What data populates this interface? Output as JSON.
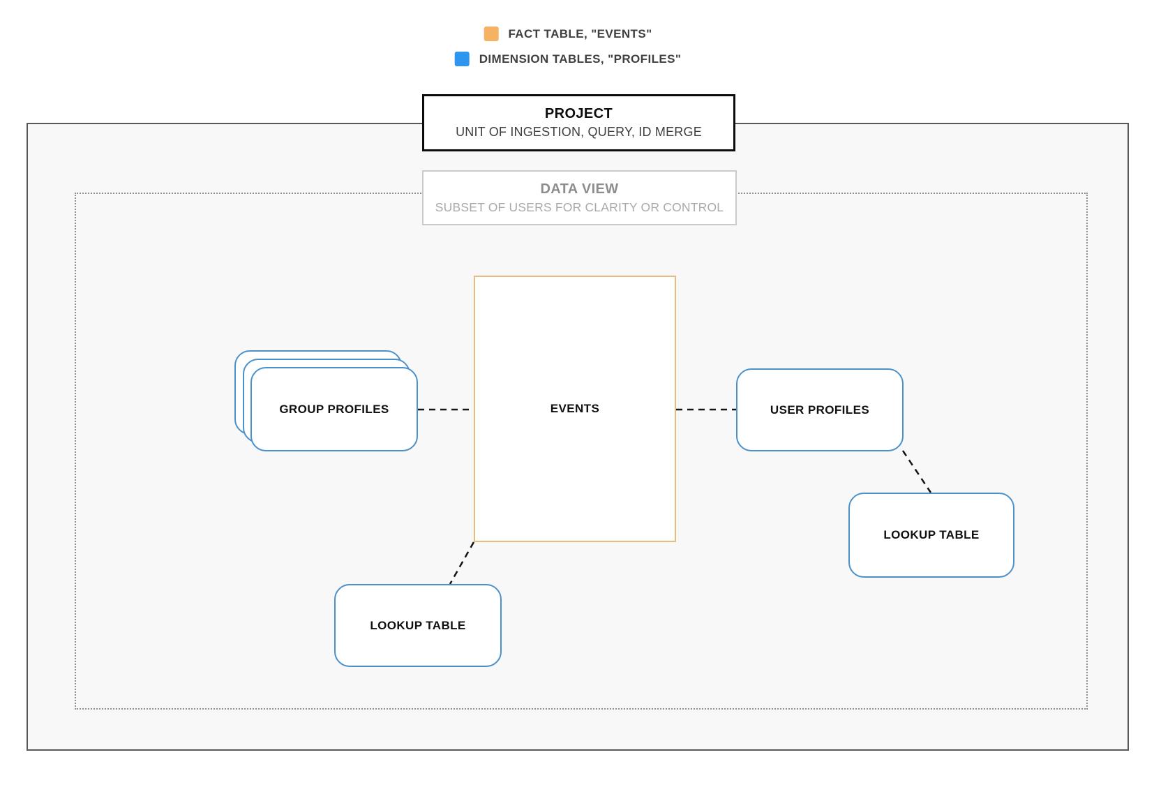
{
  "legend": {
    "items": [
      {
        "name": "fact-table",
        "label": "FACT TABLE, \"EVENTS\"",
        "color": "#f5b164"
      },
      {
        "name": "dimension-tables",
        "label": "DIMENSION TABLES, \"PROFILES\"",
        "color": "#2f96f0"
      }
    ]
  },
  "project_box": {
    "title": "PROJECT",
    "subtitle": "UNIT OF INGESTION, QUERY, ID MERGE"
  },
  "data_view_box": {
    "title": "DATA VIEW",
    "subtitle": "SUBSET OF USERS FOR CLARITY OR CONTROL"
  },
  "nodes": {
    "events": {
      "label": "EVENTS",
      "type": "fact"
    },
    "group_profiles": {
      "label": "GROUP PROFILES",
      "type": "dimension",
      "stacked": true
    },
    "user_profiles": {
      "label": "USER PROFILES",
      "type": "dimension"
    },
    "lookup_table_right": {
      "label": "LOOKUP TABLE",
      "type": "dimension"
    },
    "lookup_table_bottom": {
      "label": "LOOKUP TABLE",
      "type": "dimension"
    }
  },
  "colors": {
    "fact_accent": "#f5b164",
    "dimension_accent": "#2f96f0",
    "fact_border": "#e6ba80",
    "dimension_border": "#4a90cb",
    "connector": "#141414",
    "outer_border": "#58585a",
    "inner_fill": "#f8f8f9"
  }
}
